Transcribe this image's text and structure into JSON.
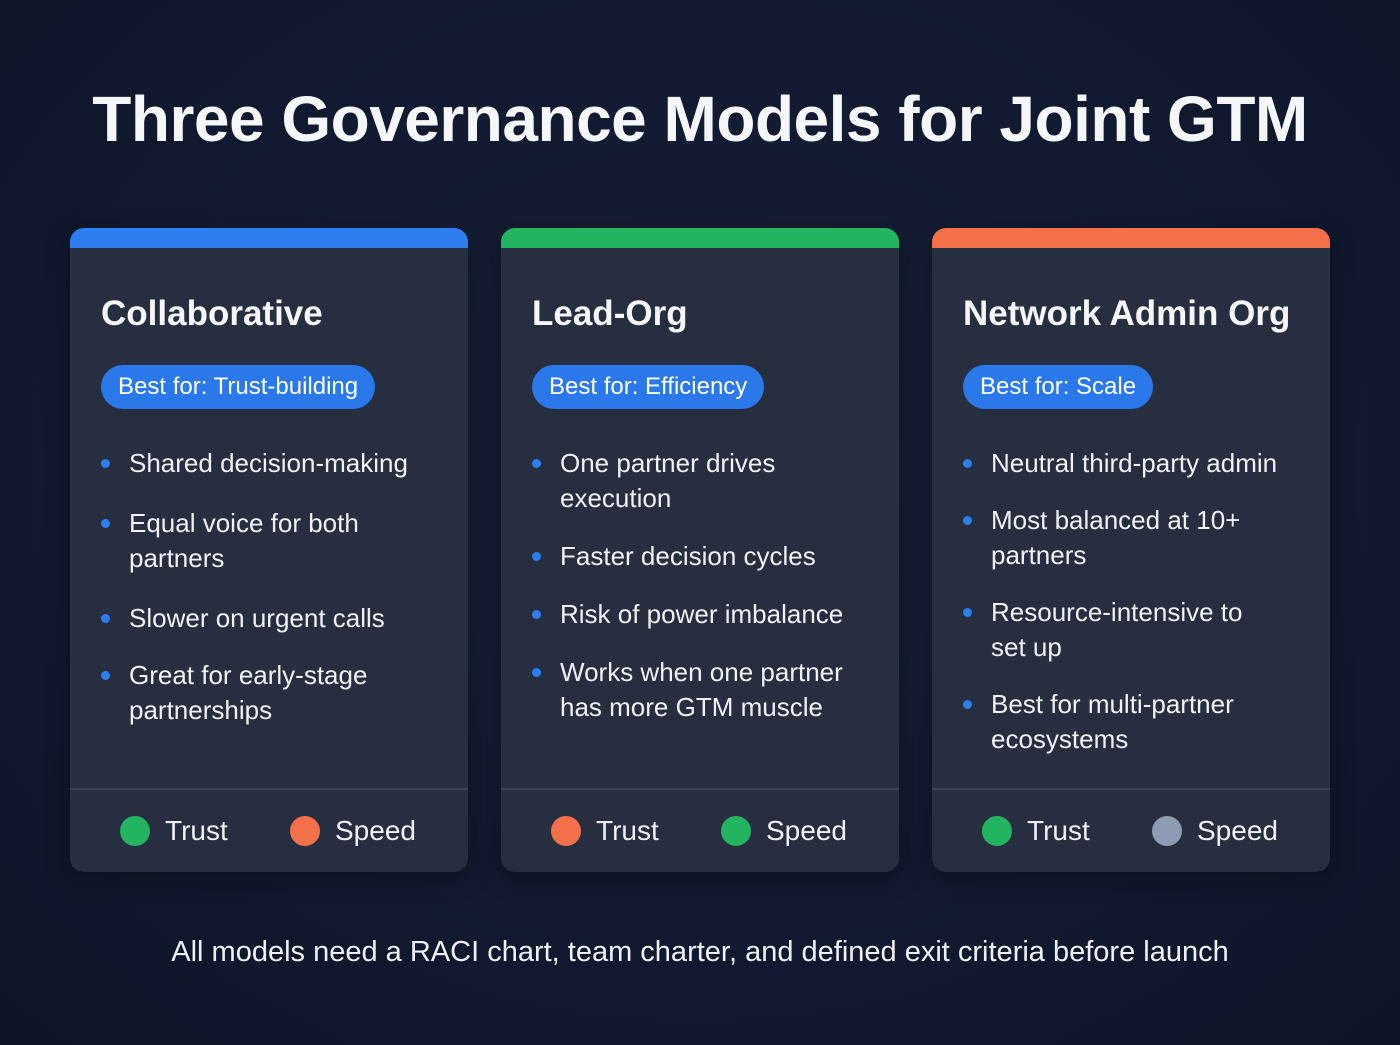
{
  "title": "Three Governance Models for Joint GTM",
  "colors": {
    "background": "#111a30",
    "card": "#262e3f",
    "pill": "#2a78ea",
    "bullet": "#2f7ef0",
    "blue": "#2f7ef0",
    "green": "#22b45e",
    "orange": "#f4704a",
    "gray": "#8f9bb3"
  },
  "cards": [
    {
      "name": "Collaborative",
      "accent": "#2f7ef0",
      "best_for": "Best for: Trust-building",
      "bullets": [
        "Shared decision-making",
        "Equal voice for both partners",
        "Slower on urgent calls",
        "Great for early-stage partnerships"
      ],
      "metrics": [
        {
          "label": "Trust",
          "status": "good",
          "color": "#22b45e"
        },
        {
          "label": "Speed",
          "status": "poor",
          "color": "#f4704a"
        }
      ]
    },
    {
      "name": "Lead-Org",
      "accent": "#22b45e",
      "best_for": "Best for: Efficiency",
      "bullets": [
        "One partner drives execution",
        "Faster decision cycles",
        "Risk of power imbalance",
        "Works when one partner has more GTM muscle"
      ],
      "metrics": [
        {
          "label": "Trust",
          "status": "poor",
          "color": "#f4704a"
        },
        {
          "label": "Speed",
          "status": "good",
          "color": "#22b45e"
        }
      ]
    },
    {
      "name": "Network Admin Org",
      "accent": "#f4704a",
      "best_for": "Best for: Scale",
      "bullets": [
        "Neutral third-party admin",
        "Most balanced at 10+ partners",
        "Resource-intensive to set up",
        "Best for multi-partner ecosystems"
      ],
      "metrics": [
        {
          "label": "Trust",
          "status": "good",
          "color": "#22b45e"
        },
        {
          "label": "Speed",
          "status": "neutral",
          "color": "#8f9bb3"
        }
      ]
    }
  ],
  "footnote": "All models need a RACI chart, team charter, and defined exit criteria before launch"
}
